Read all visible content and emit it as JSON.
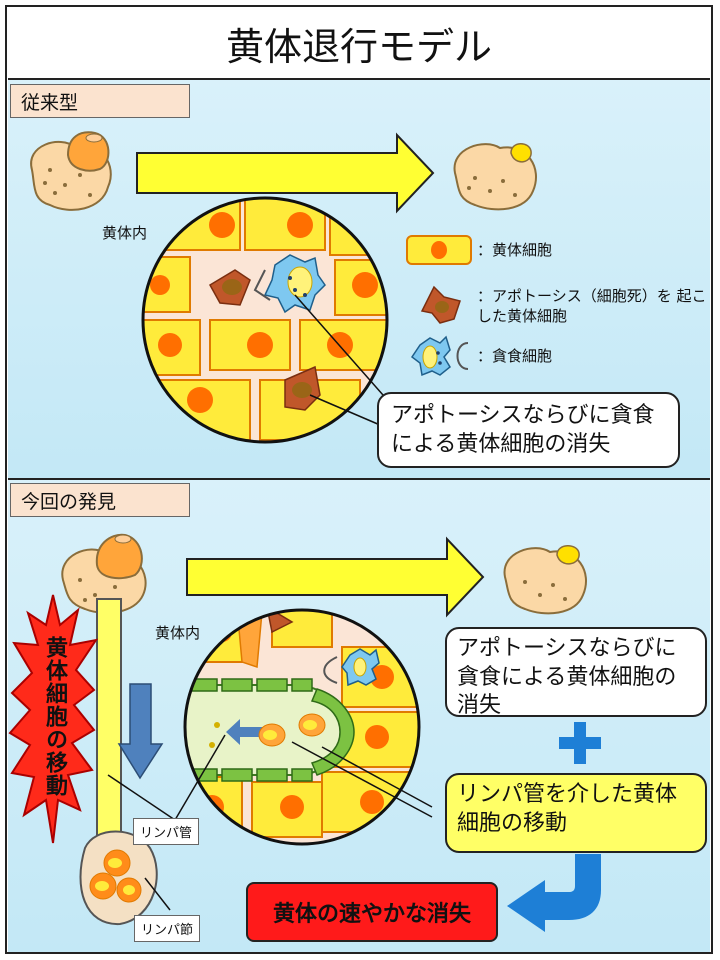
{
  "title": "黄体退行モデル",
  "sections": {
    "conventional": {
      "label": "従来型",
      "inside_label": "黄体内",
      "callout": "アポトーシスならびに貪食による黄体細胞の消失",
      "legend": [
        {
          "icon": "luteal-cell-icon",
          "text": "：黄体細胞"
        },
        {
          "icon": "apoptotic-cell-icon",
          "text": "：アポトーシス（細胞死）を 起こした黄体細胞"
        },
        {
          "icon": "phagocyte-icon",
          "text": "：貪食細胞"
        }
      ]
    },
    "discovery": {
      "label": "今回の発見",
      "inside_label": "黄体内",
      "vertical_label": "黄体細胞の移動",
      "callout_top": "アポトーシスならびに貪食による黄体細胞の消失",
      "callout_bottom": "リンパ管を介した黄体細胞の移動",
      "lymph_vessel_label": "リンパ管",
      "lymph_node_label": "リンパ節",
      "result": "黄体の速やかな消失"
    }
  },
  "colors": {
    "panel_bg": "#c8eaf7",
    "label_bg": "#fbe3cf",
    "arrow_yellow": "#ffff33",
    "cell_yellow": "#ffeb3b",
    "cell_orange": "#ff6f00",
    "apoptotic": "#c0572a",
    "phagocyte": "#7ec8f0",
    "lymph_green": "#7cc242",
    "result_red": "#ff1a1a",
    "plus_blue": "#1e7fd6"
  }
}
